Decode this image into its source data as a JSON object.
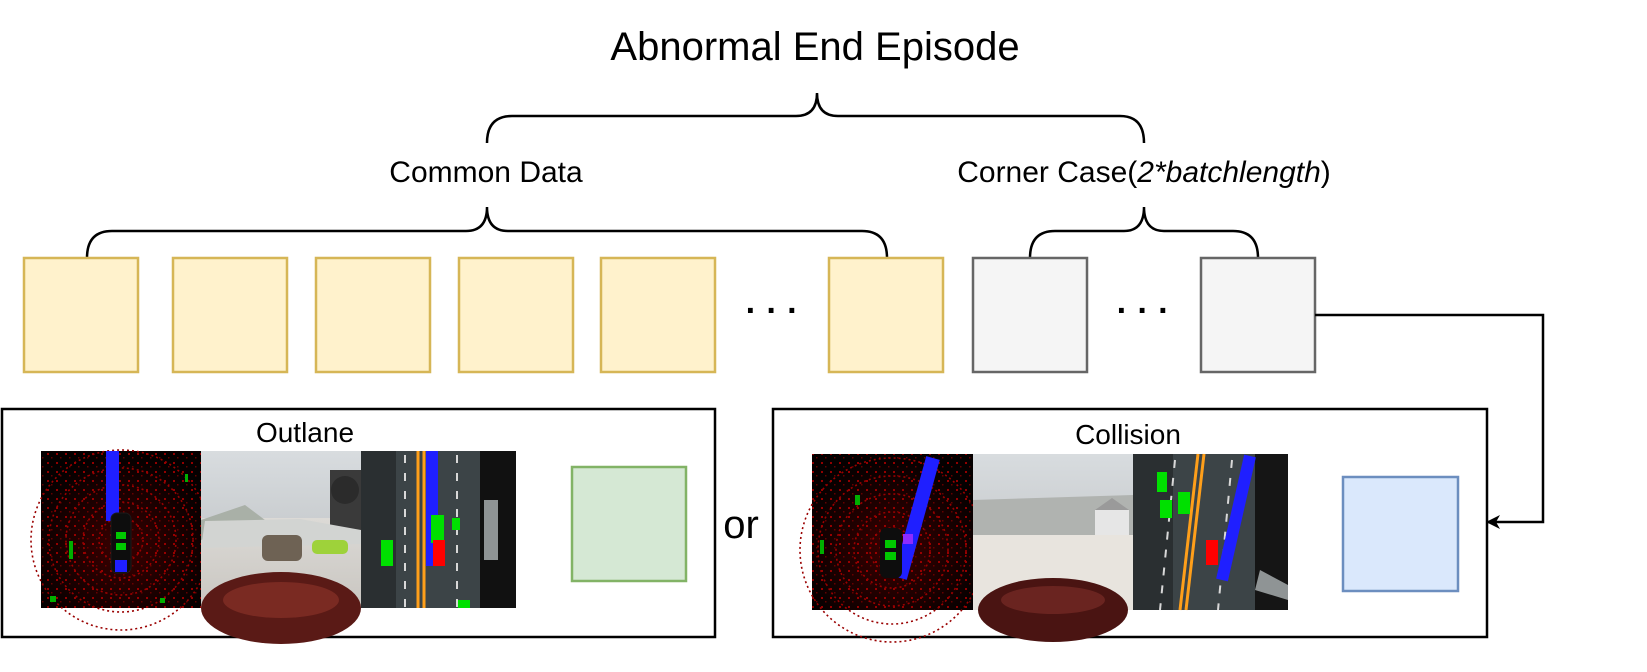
{
  "title": "Abnormal End Episode",
  "groups": {
    "common": {
      "label": "Common Data"
    },
    "corner": {
      "label_prefix": "Corner Case(",
      "label_italic": "2*batchlength",
      "label_suffix": ")"
    }
  },
  "ellipsis": "· · ·",
  "connector": "or",
  "panels": {
    "outlane": {
      "title": "Outlane"
    },
    "collision": {
      "title": "Collision"
    }
  },
  "colors": {
    "common_fill": "#fff2cc",
    "common_stroke": "#d6b656",
    "corner_fill": "#f5f5f5",
    "corner_stroke": "#666666",
    "outlane_fill": "#d5e8d4",
    "outlane_stroke": "#82b366",
    "collision_fill": "#dae8fc",
    "collision_stroke": "#6c8ebf"
  }
}
